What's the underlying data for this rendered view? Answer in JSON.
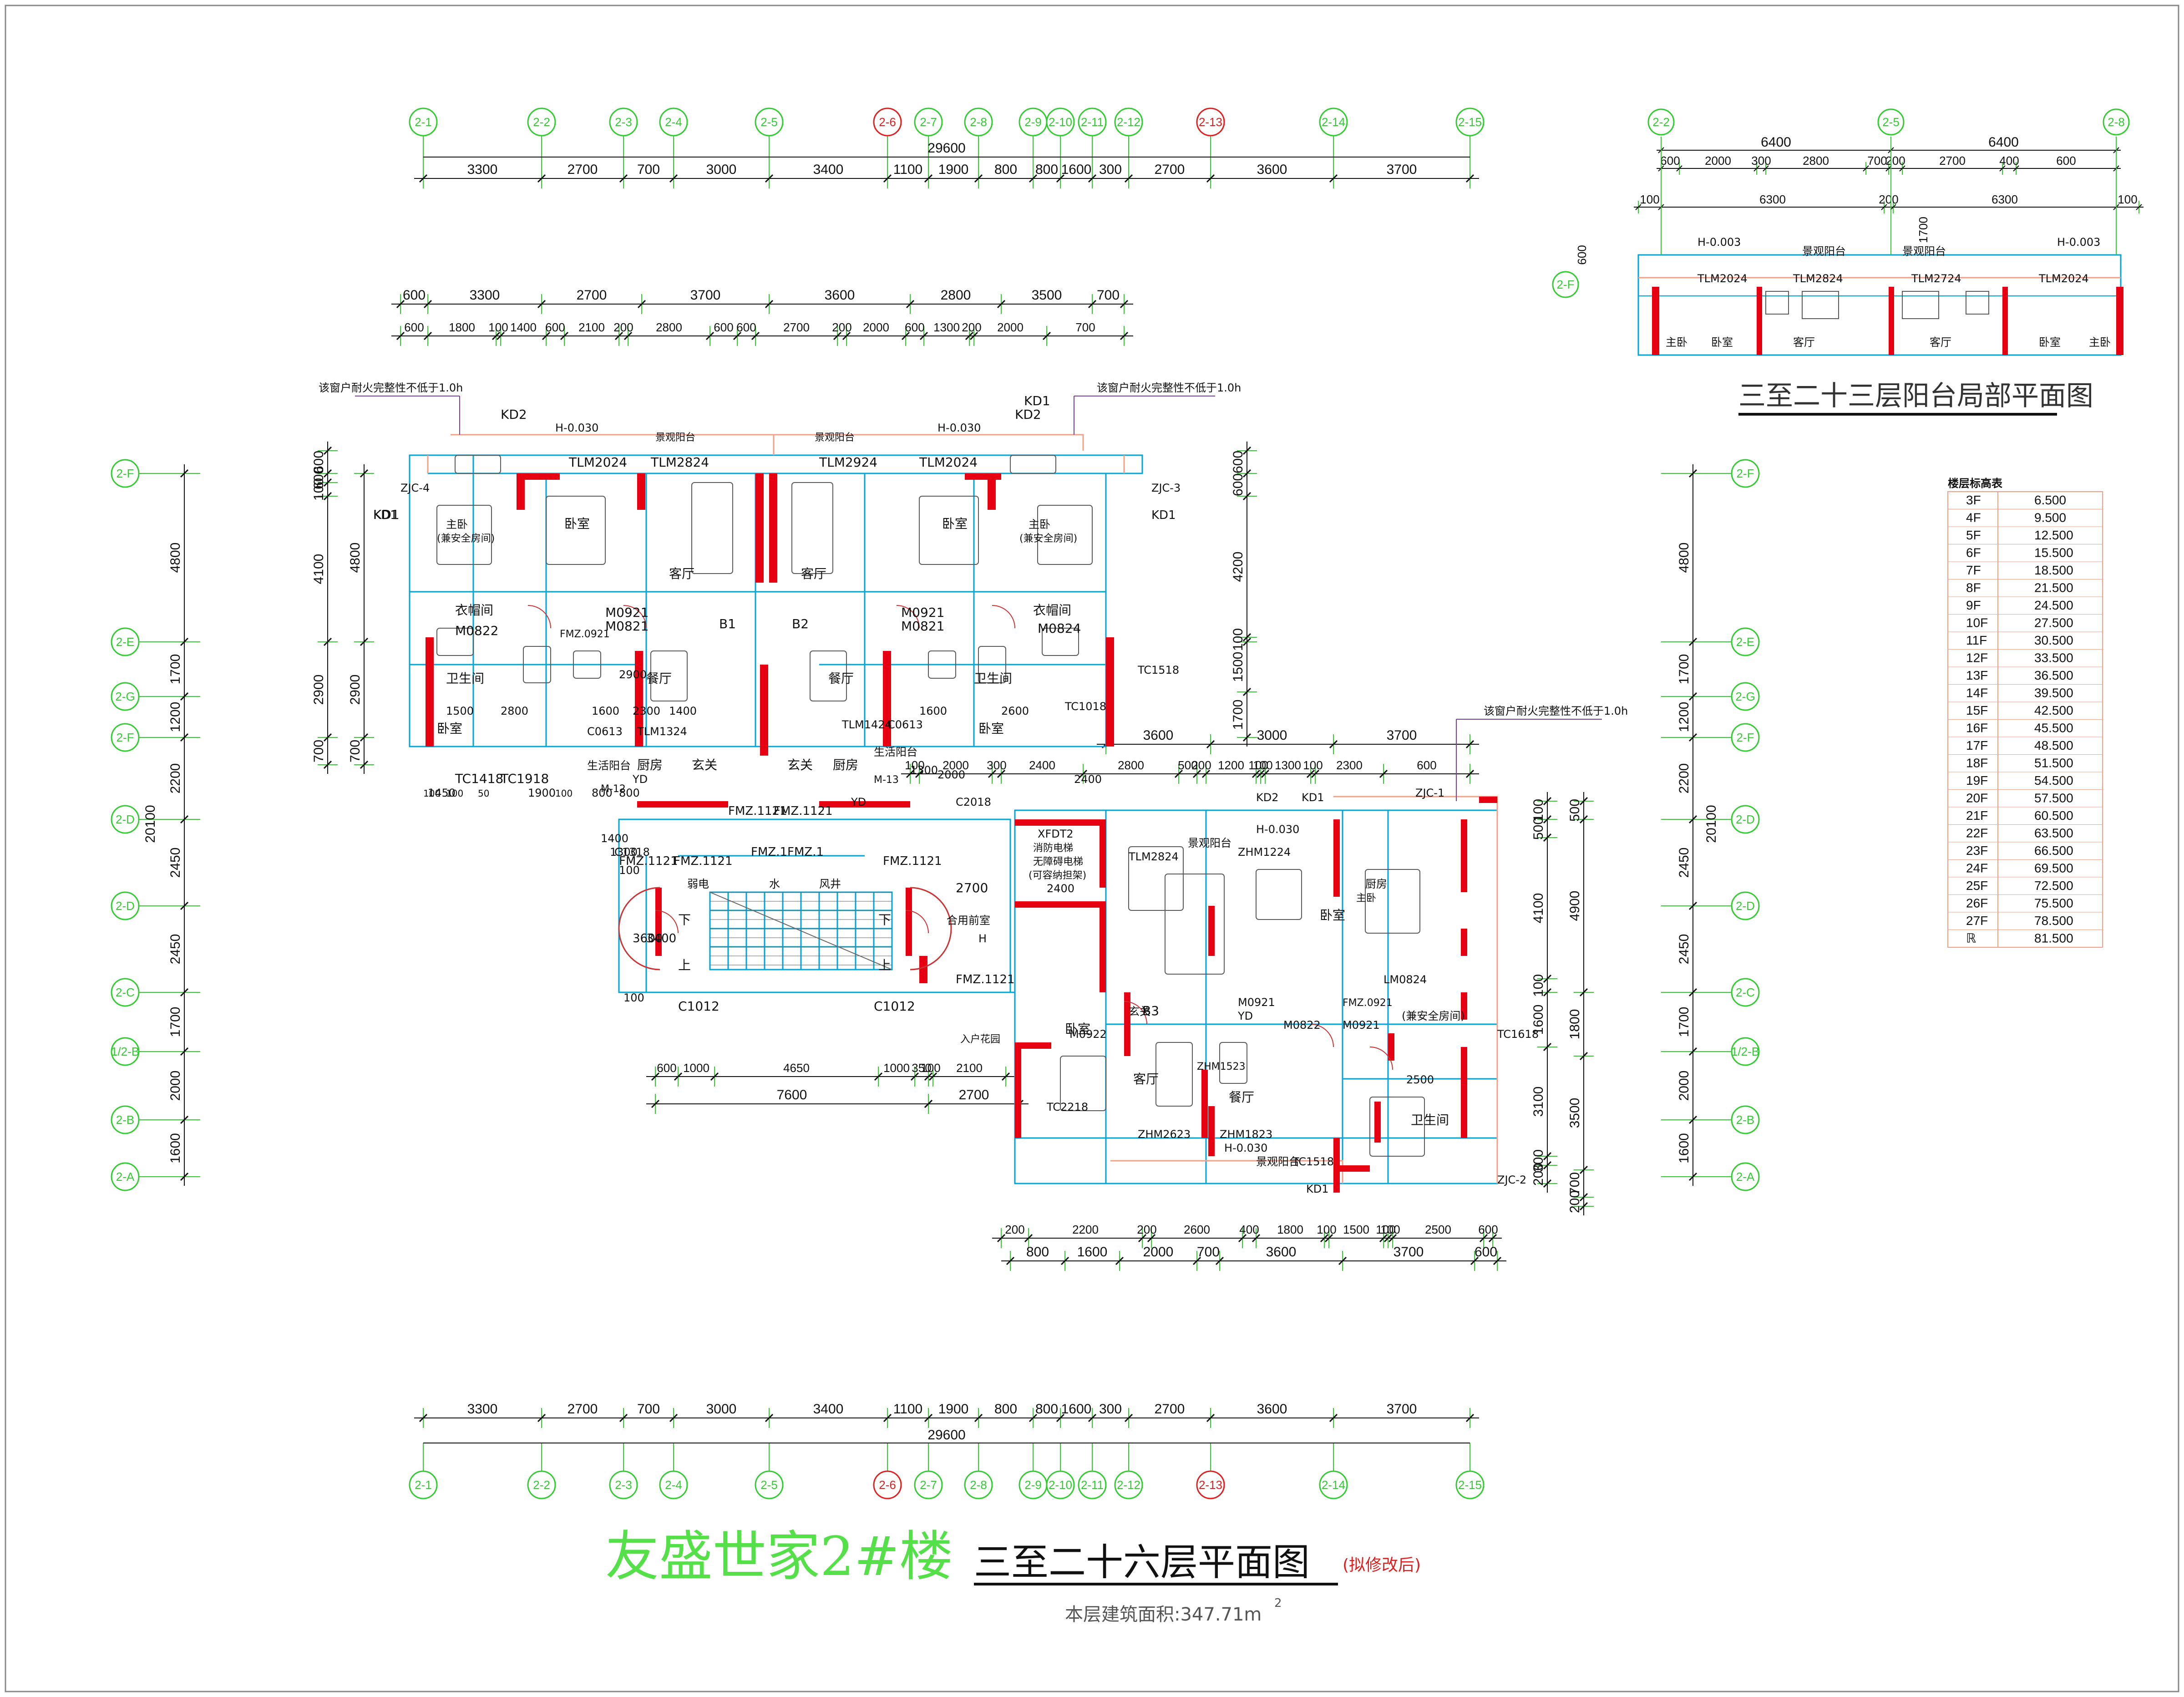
{
  "title": {
    "project": "友盛世家2#楼",
    "plan_name": "三至二十六层平面图",
    "status": "(拟修改后)",
    "area_label": "本层建筑面积:347.71m",
    "area_sup": "2"
  },
  "detail_title": "三至二十三层阳台局部平面图",
  "colors": {
    "grid": "#33cc33",
    "axis_red": "#e02020",
    "wall_red": "#e60012",
    "line": "#00a6d6",
    "pink": "#f2a08a",
    "dims": "#111111"
  },
  "axes_top": [
    {
      "id": "2-1",
      "red": false
    },
    {
      "id": "2-2",
      "red": false
    },
    {
      "id": "2-3",
      "red": false
    },
    {
      "id": "2-4",
      "red": false
    },
    {
      "id": "2-5",
      "red": false
    },
    {
      "id": "2-6",
      "red": true
    },
    {
      "id": "2-7",
      "red": false
    },
    {
      "id": "2-8",
      "red": false
    },
    {
      "id": "2-9",
      "red": false
    },
    {
      "id": "2-10",
      "red": false
    },
    {
      "id": "2-11",
      "red": false
    },
    {
      "id": "2-12",
      "red": false
    },
    {
      "id": "2-13",
      "red": true
    },
    {
      "id": "2-14",
      "red": false
    },
    {
      "id": "2-15",
      "red": false
    }
  ],
  "axes_left": [
    "2-F",
    "2-E",
    "2-G",
    "2-F",
    "2-D",
    "2-D",
    "2-C",
    "1/2-B",
    "2-B",
    "2-A"
  ],
  "top_total": "29600",
  "top_spans": [
    "3300",
    "2700",
    "700",
    "3000",
    "3400",
    "1100",
    "1900",
    "800",
    "800",
    "1600",
    "300",
    "2700",
    "3600",
    "3700"
  ],
  "row2_spans": [
    "600",
    "3300",
    "2700",
    "3700",
    "3600",
    "2800",
    "3500",
    "700"
  ],
  "row3_spans": [
    "600",
    "1800",
    "100",
    "1400",
    "600",
    "2100",
    "200",
    "2800",
    "600",
    "600",
    "2700",
    "200",
    "2000",
    "600",
    "1300",
    "200",
    "2000",
    "700"
  ],
  "row3_extra": [
    "100",
    "200",
    "100"
  ],
  "left_outer": [
    "4800",
    "1700",
    "1200",
    "2200",
    "2450",
    "2450",
    "1700",
    "2000",
    "1600"
  ],
  "left_outer_total": "20100",
  "left_inner": [
    "600",
    "600",
    "100",
    "4100",
    "2900",
    "700"
  ],
  "left_inner2": [
    "4800",
    "2900",
    "700"
  ],
  "right_upper": [
    "600",
    "600",
    "4200",
    "100",
    "1500",
    "1700"
  ],
  "right_lower": [
    "100",
    "500",
    "4100",
    "100",
    "1600",
    "3100",
    "300",
    "200"
  ],
  "right_lower2": [
    "500",
    "4900",
    "1800",
    "3500",
    "700",
    "200"
  ],
  "bottom_row1": [
    "200",
    "2200",
    "200",
    "2600",
    "400",
    "1800",
    "100",
    "1500",
    "100",
    "100",
    "2500",
    "600"
  ],
  "bottom_row2": [
    "800",
    "1600",
    "2000",
    "700",
    "3600",
    "3700",
    "600"
  ],
  "mid_row": [
    "3600",
    "3000",
    "3700"
  ],
  "mid_row2": [
    "100",
    "2000",
    "300",
    "2400",
    "2800",
    "500",
    "200",
    "1200",
    "100",
    "100",
    "1300",
    "100",
    "2300",
    "600"
  ],
  "lower_left": [
    "600",
    "1000",
    "4650",
    "1000",
    "350",
    "100",
    "2100",
    "7600",
    "2700"
  ],
  "elevation_table": {
    "header": "楼层标高表",
    "rows": [
      [
        "3F",
        "6.500"
      ],
      [
        "4F",
        "9.500"
      ],
      [
        "5F",
        "12.500"
      ],
      [
        "6F",
        "15.500"
      ],
      [
        "7F",
        "18.500"
      ],
      [
        "8F",
        "21.500"
      ],
      [
        "9F",
        "24.500"
      ],
      [
        "10F",
        "27.500"
      ],
      [
        "11F",
        "30.500"
      ],
      [
        "12F",
        "33.500"
      ],
      [
        "13F",
        "36.500"
      ],
      [
        "14F",
        "39.500"
      ],
      [
        "15F",
        "42.500"
      ],
      [
        "16F",
        "45.500"
      ],
      [
        "17F",
        "48.500"
      ],
      [
        "18F",
        "51.500"
      ],
      [
        "19F",
        "54.500"
      ],
      [
        "20F",
        "57.500"
      ],
      [
        "21F",
        "60.500"
      ],
      [
        "22F",
        "63.500"
      ],
      [
        "23F",
        "66.500"
      ],
      [
        "24F",
        "69.500"
      ],
      [
        "25F",
        "72.500"
      ],
      [
        "26F",
        "75.500"
      ],
      [
        "27F",
        "78.500"
      ],
      [
        "ℝ",
        "81.500"
      ]
    ]
  },
  "detail_dims": {
    "top": [
      "6400",
      "6400"
    ],
    "mid": [
      "600",
      "2000",
      "300",
      "2800",
      "700",
      "200",
      "2700",
      "400",
      "600"
    ],
    "low": [
      "100",
      "6300",
      "200",
      "6300",
      "100"
    ],
    "side": [
      "600",
      "1700"
    ],
    "labels": [
      "H-0.003",
      "景观阳台",
      "景观阳台",
      "H-0.003",
      "TLM2024",
      "TLM2824",
      "TLM2724",
      "TLM2024",
      "主卧",
      "卧室",
      "客厅",
      "客厅",
      "卧室",
      "主卧"
    ]
  },
  "notes": {
    "fire_left": "该窗户耐火完整性不低于1.0h",
    "fire_right": "该窗户耐火完整性不低于1.0h",
    "fire_low": "该窗户耐火完整性不低于1.0h"
  },
  "labels_unit_b1": [
    "主卧",
    "(兼安全房间)",
    "卧室",
    "衣帽间",
    "卫生间",
    "卧室",
    "客厅",
    "餐厅",
    "厨房",
    "生活阳台",
    "玄关",
    "B1",
    "TLM2024",
    "TLM2824",
    "M0921",
    "M0821",
    "M0822",
    "FMZ.0921",
    "TLM1324",
    "C0613",
    "TC1418",
    "TC1918",
    "KD1",
    "KD2",
    "H-0.030",
    "景观阳台",
    "YD",
    "M-12",
    "C1318",
    "1500",
    "2800",
    "1600",
    "2300",
    "1400",
    "2900",
    "1900",
    "1450",
    "800",
    "800",
    "100",
    "100",
    "50",
    "100"
  ],
  "labels_unit_b2": [
    "主卧",
    "(兼安全房间)",
    "卧室",
    "衣帽间",
    "卫生间",
    "卧室",
    "客厅",
    "餐厅",
    "厨房",
    "生活阳台",
    "玄关",
    "B2",
    "TLM2024",
    "TLM2924",
    "M0921",
    "M0821",
    "M0824",
    "TLM1424",
    "C0613",
    "TC1518",
    "TC1018",
    "C2018",
    "KD1",
    "KD2",
    "H-0.030",
    "景观阳台",
    "YD",
    "M-13",
    "2000",
    "1600",
    "2600",
    "1300",
    "2400"
  ],
  "labels_core": [
    "FMZ.1121",
    "FMZ.1121",
    "FMZ.1",
    "FMZ.1",
    "FMZ.1121",
    "FMZ.1121",
    "FMZ.1121",
    "弱电",
    "水",
    "风井",
    "下",
    "上",
    "下",
    "上",
    "C1012",
    "C1012",
    "合用前室",
    "H",
    "XFDT2",
    "消防电梯",
    "无障碍电梯",
    "(可容纳担架)",
    "2400",
    "2700",
    "1400",
    "1300",
    "100",
    "3600",
    "3400",
    "100",
    "FMZ.1121",
    "入户花园"
  ],
  "labels_unit_b3": [
    "B3",
    "客厅",
    "餐厅",
    "厨房",
    "主卧",
    "(兼安全房间)",
    "卫生间",
    "卧室",
    "卧室",
    "玄关",
    "TLM2824",
    "ZHM1224",
    "ZHM1523",
    "ZHM1823",
    "ZHM2623",
    "TC2218",
    "TC1518",
    "TC1618",
    "M0921",
    "M0921",
    "M0922",
    "M0822",
    "FMZ.0921",
    "LM0824",
    "YD",
    "KD1",
    "KD2",
    "KD1",
    "ZJC-1",
    "ZJC-2",
    "H-0.030",
    "H-0.030",
    "景观阳台",
    "景观阳台",
    "2500"
  ],
  "side_tags": [
    "ZJC-4",
    "ZJC-3",
    "KD1",
    "KD1"
  ]
}
